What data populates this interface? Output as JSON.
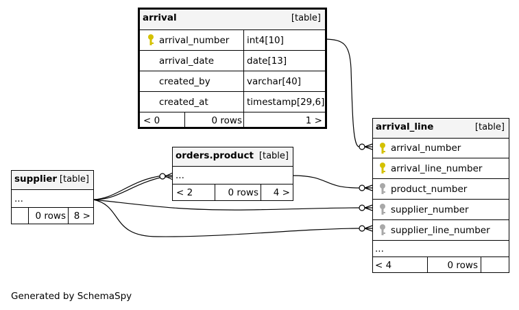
{
  "diagram": {
    "footer": "Generated by SchemaSpy",
    "key_colors": {
      "primary": "#d4c100",
      "foreign": "#a8a8a8"
    },
    "tables": {
      "arrival": {
        "name": "arrival",
        "type": "[table]",
        "columns": [
          {
            "name": "arrival_number",
            "type": "int4[10]",
            "key": "primary-key-icon"
          },
          {
            "name": "arrival_date",
            "type": "date[13]"
          },
          {
            "name": "created_by",
            "type": "varchar[40]"
          },
          {
            "name": "created_at",
            "type": "timestamp[29,6]"
          }
        ],
        "footer": {
          "parents": "< 0",
          "rows": "0 rows",
          "children": "1 >"
        }
      },
      "arrival_line": {
        "name": "arrival_line",
        "type": "[table]",
        "columns": [
          {
            "name": "arrival_number",
            "key": "primary-key-icon"
          },
          {
            "name": "arrival_line_number",
            "key": "primary-key-icon"
          },
          {
            "name": "product_number",
            "key": "foreign-key-icon"
          },
          {
            "name": "supplier_number",
            "key": "foreign-key-icon"
          },
          {
            "name": "supplier_line_number",
            "key": "foreign-key-icon"
          }
        ],
        "more": "...",
        "footer": {
          "parents": "< 4",
          "rows": "0 rows"
        }
      },
      "orders_product": {
        "name": "orders.product",
        "type": "[table]",
        "more": "...",
        "footer": {
          "parents": "< 2",
          "rows": "0 rows",
          "children": "4 >"
        }
      },
      "supplier": {
        "name": "supplier",
        "type": "[table]",
        "more": "...",
        "footer": {
          "parents": "",
          "rows": "0 rows",
          "children": "8 >"
        }
      }
    }
  }
}
